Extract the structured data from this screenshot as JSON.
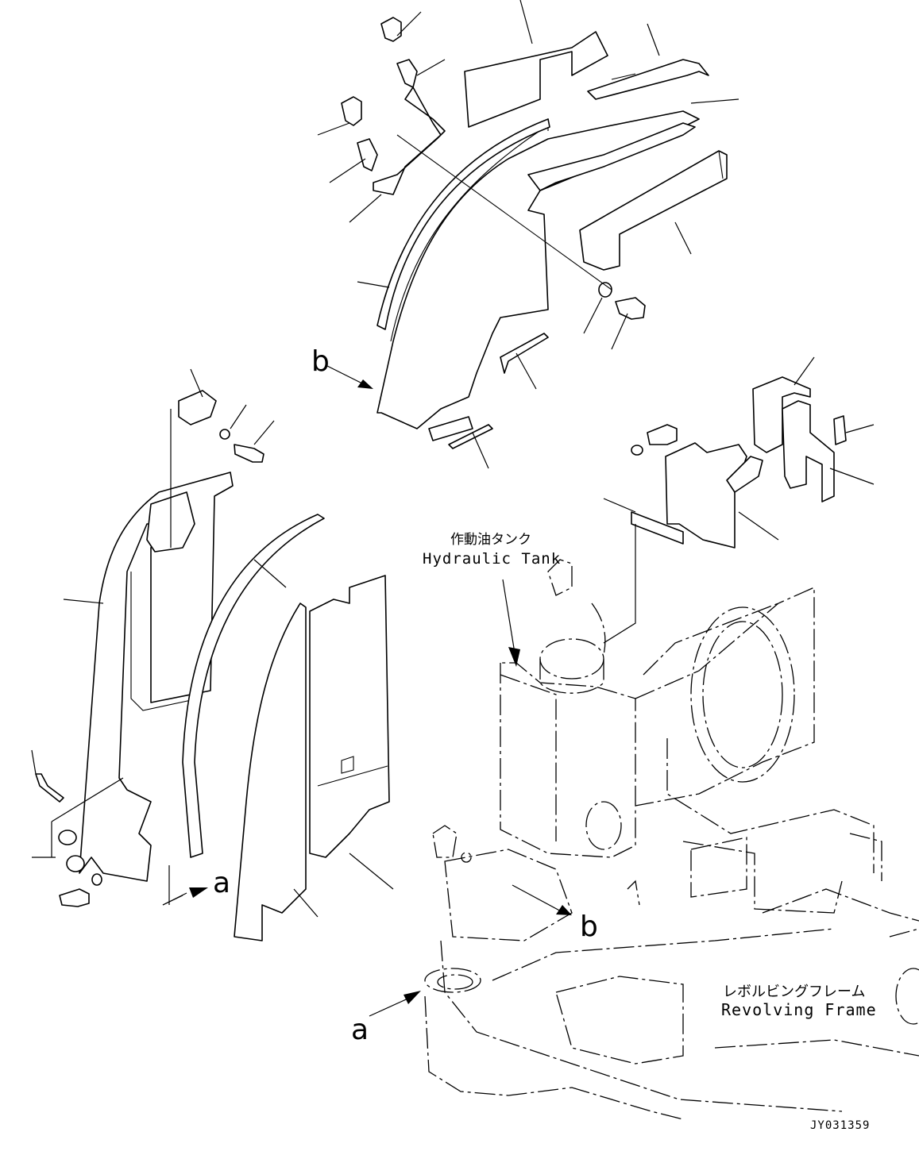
{
  "labels": {
    "hydraulic_tank_jp": "作動油タンク",
    "hydraulic_tank_en": "Hydraulic Tank",
    "revolving_frame_jp": "レボルビングフレーム",
    "revolving_frame_en": "Revolving Frame",
    "drawing_number": "JY031359"
  },
  "callouts": {
    "view_a_arrow_label": "a",
    "view_a_target_label": "a",
    "view_b_arrow_label": "b",
    "view_b_target_label": "b"
  }
}
